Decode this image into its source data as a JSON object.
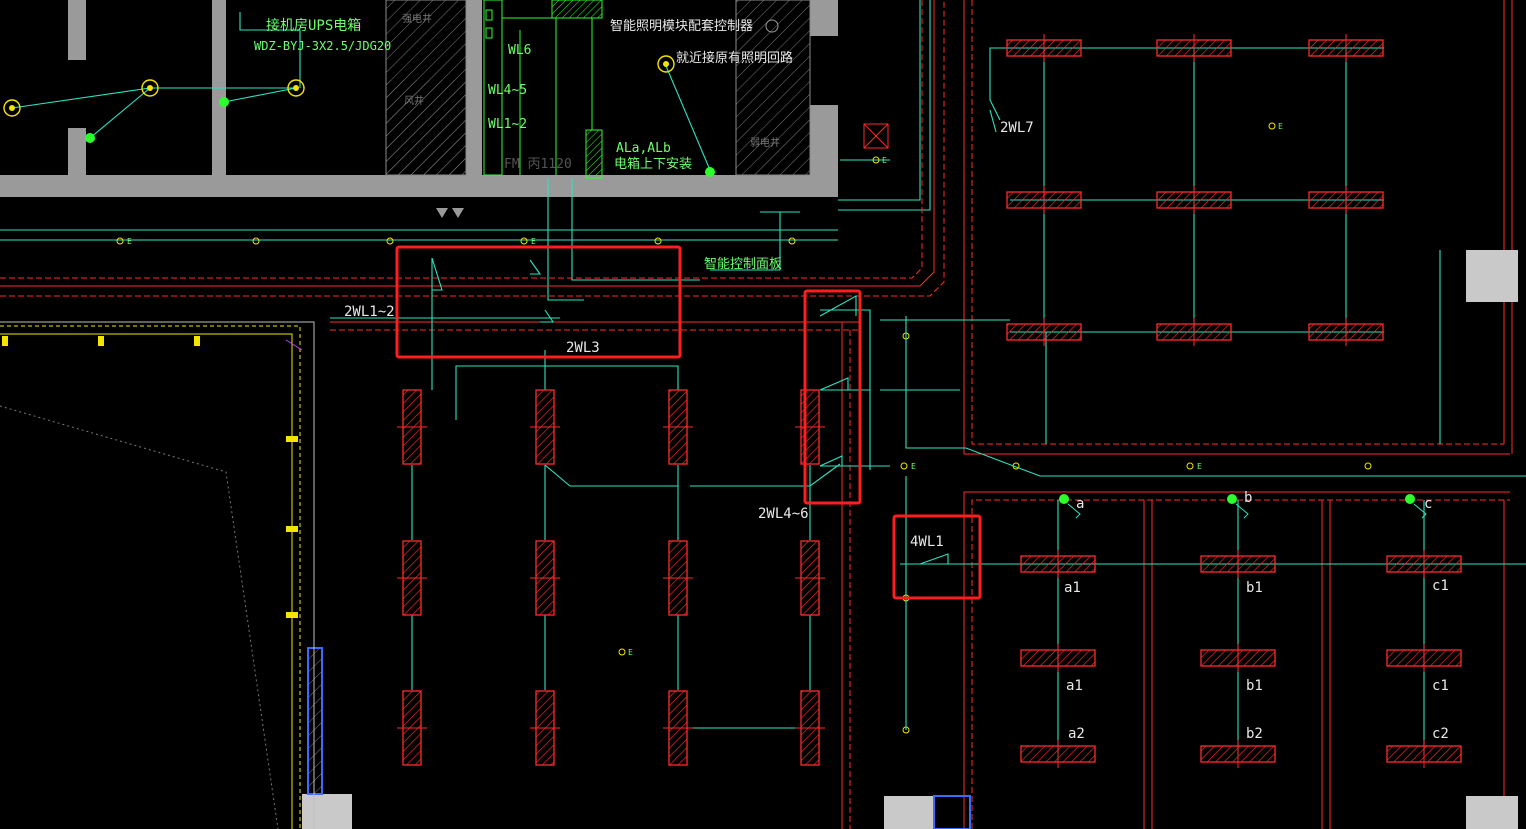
{
  "colors": {
    "background": "#000000",
    "wall": "#9a9a9a",
    "wire": "#2fe3c0",
    "fixture": "#ff2a2a",
    "highlight": "#ff1e1e",
    "device": "#2cff2c",
    "yellow": "#f2e600",
    "text_white": "#e8e8e8",
    "text_green": "#6cff6c"
  },
  "labels": {
    "ups_box": "接机房UPS电箱",
    "ups_cable": "WDZ-BYJ-3X2.5/JDG20",
    "smart_controller": "智能照明模块配套控制器",
    "nearby_circuit": "就近接原有照明回路",
    "wl6": "WL6",
    "wl4_5": "WL4~5",
    "wl1_2": "WL1~2",
    "ala_alb": "ALa,ALb",
    "box_install": "电箱上下安装",
    "shaft_fm": "FM 丙1120",
    "smart_panel": "智能控制面板",
    "shaft_left": "强电井",
    "shaft_left2": "风井",
    "shaft_right": "弱电井",
    "wl7": "2WL7",
    "wl1_2b": "2WL1~2",
    "wl3": "2WL3",
    "wl4_6": "2WL4~6",
    "wl4_1": "4WL1",
    "e_mark": "E"
  },
  "zones": {
    "columns": [
      "a",
      "b",
      "c"
    ],
    "row1": [
      "a1",
      "b1",
      "c1"
    ],
    "row2": [
      "a1",
      "b1",
      "c1"
    ],
    "row3": [
      "a2",
      "b2",
      "c2"
    ]
  }
}
